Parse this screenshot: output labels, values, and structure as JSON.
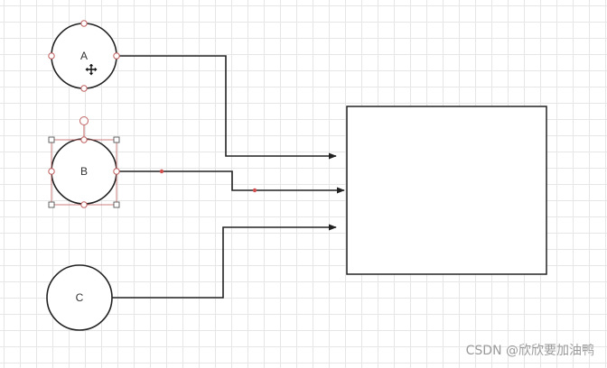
{
  "nodes": {
    "a": {
      "label": "A"
    },
    "b": {
      "label": "B"
    },
    "c": {
      "label": "C"
    }
  },
  "watermark": "CSDN @欣欣要加油鸭",
  "colors": {
    "stroke": "#222222",
    "selection": "#c06060",
    "grid": "#e6e6e6"
  },
  "icons": [
    "move-cursor-icon",
    "rotate-handle-icon"
  ]
}
